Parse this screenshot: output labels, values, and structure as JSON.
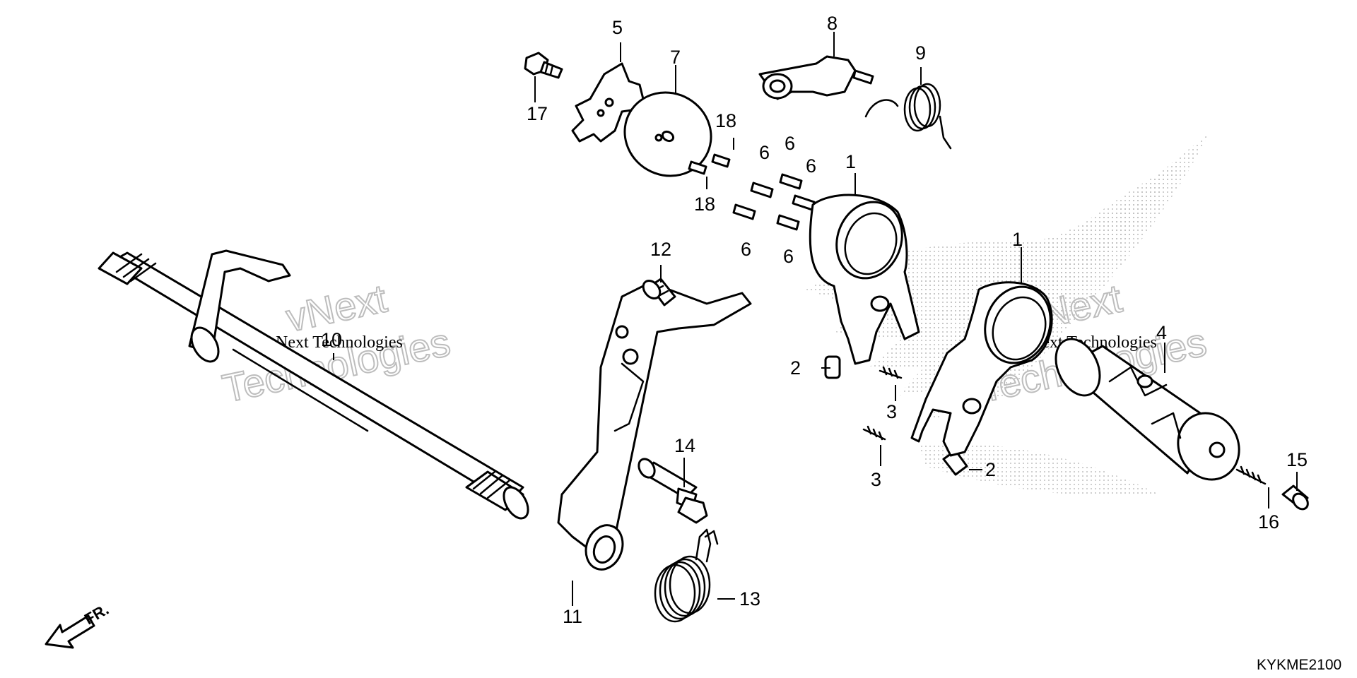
{
  "diagram_code": "KYKME2100",
  "front_label": "FR.",
  "watermark": {
    "brand": "vNext",
    "word": "Technologies",
    "full": "vNext Technologies"
  },
  "callouts": {
    "c1a": "1",
    "c1b": "1",
    "c2a": "2",
    "c2b": "2",
    "c3a": "3",
    "c3b": "3",
    "c4": "4",
    "c5": "5",
    "c6a": "6",
    "c6b": "6",
    "c6c": "6",
    "c6d": "6",
    "c6e": "6",
    "c7": "7",
    "c8": "8",
    "c9": "9",
    "c10": "10",
    "c11": "11",
    "c12": "12",
    "c13": "13",
    "c14": "14",
    "c15": "15",
    "c16": "16",
    "c17": "17",
    "c18a": "18",
    "c18b": "18"
  },
  "colors": {
    "line": "#000000",
    "watermark": "#bdbdbd",
    "background": "#ffffff"
  }
}
